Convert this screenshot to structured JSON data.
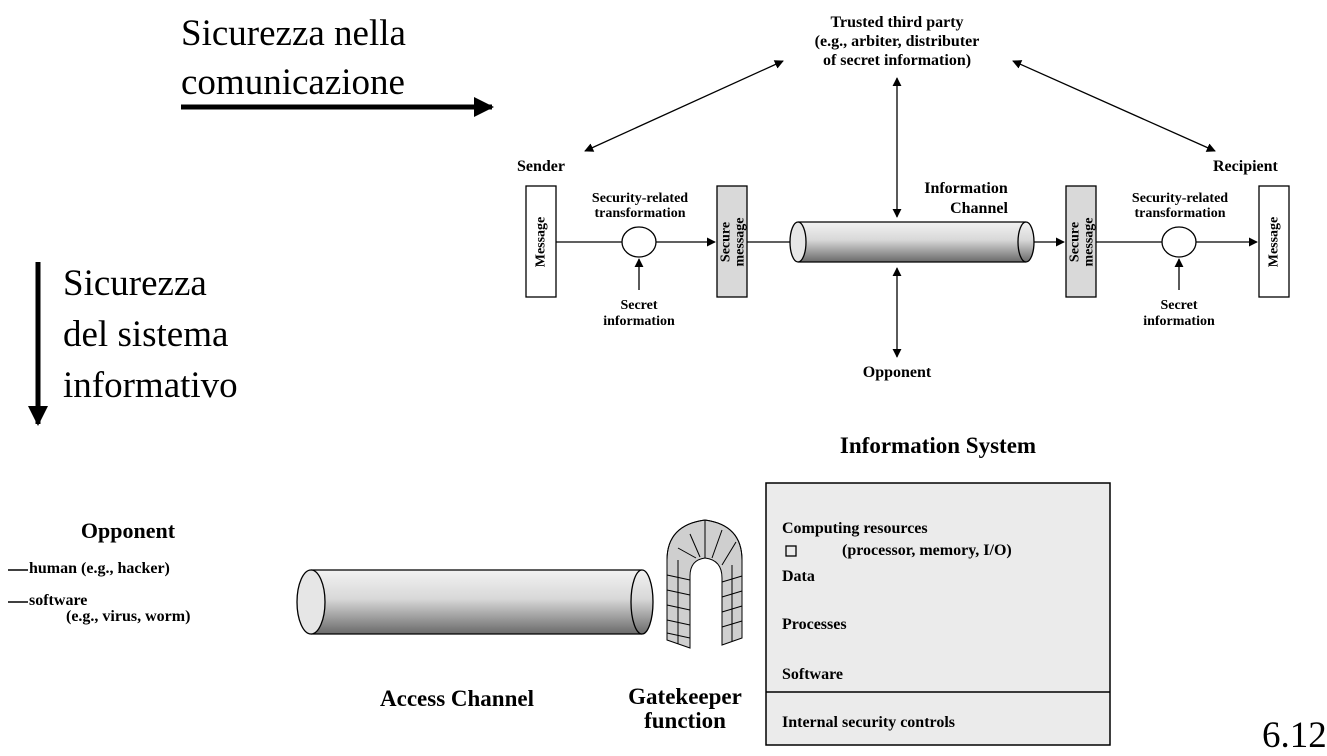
{
  "slide": {
    "heading_comm": [
      "Sicurezza nella",
      "comunicazione"
    ],
    "heading_sys": [
      "Sicurezza",
      "del sistema",
      "informativo"
    ],
    "page_number": "6.12"
  },
  "comm_model": {
    "ttp": [
      "Trusted third party",
      "(e.g., arbiter, distributer",
      "of secret information)"
    ],
    "sender": "Sender",
    "recipient": "Recipient",
    "message": "Message",
    "secure_message": [
      "Secure",
      "message"
    ],
    "transformation": [
      "Security-related",
      "transformation"
    ],
    "secret_info": [
      "Secret",
      "information"
    ],
    "channel": [
      "Information",
      "Channel"
    ],
    "opponent": "Opponent"
  },
  "system_model": {
    "title": "Information System",
    "opponent": "Opponent",
    "opponent_items": [
      "human (e.g., hacker)",
      "software",
      "(e.g., virus, worm)"
    ],
    "access_channel": "Access Channel",
    "gatekeeper": [
      "Gatekeeper",
      "function"
    ],
    "resources": [
      "Computing resources",
      "(processor, memory, I/O)",
      "Data",
      "Processes",
      "Software"
    ],
    "internal_controls": "Internal security controls"
  }
}
